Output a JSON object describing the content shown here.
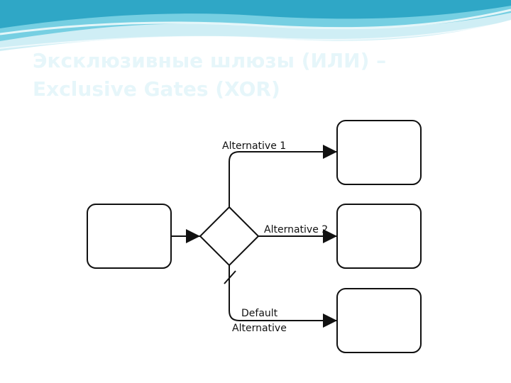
{
  "slide": {
    "title_line_1": "Эксклюзивные шлюзы (ИЛИ) –",
    "title_line_2": "Exclusive Gates (XOR)"
  },
  "diagram": {
    "labels": {
      "alternative_1": "Alternative 1",
      "alternative_2": "Alternative 2",
      "default_line_1": "Default",
      "default_line_2": "Alternative"
    }
  },
  "colors": {
    "title": "#e6f6fa",
    "wave_dark": "#2fa7c6",
    "wave_mid": "#76cfe2",
    "wave_light": "#cfeef5",
    "stroke": "#111111"
  }
}
